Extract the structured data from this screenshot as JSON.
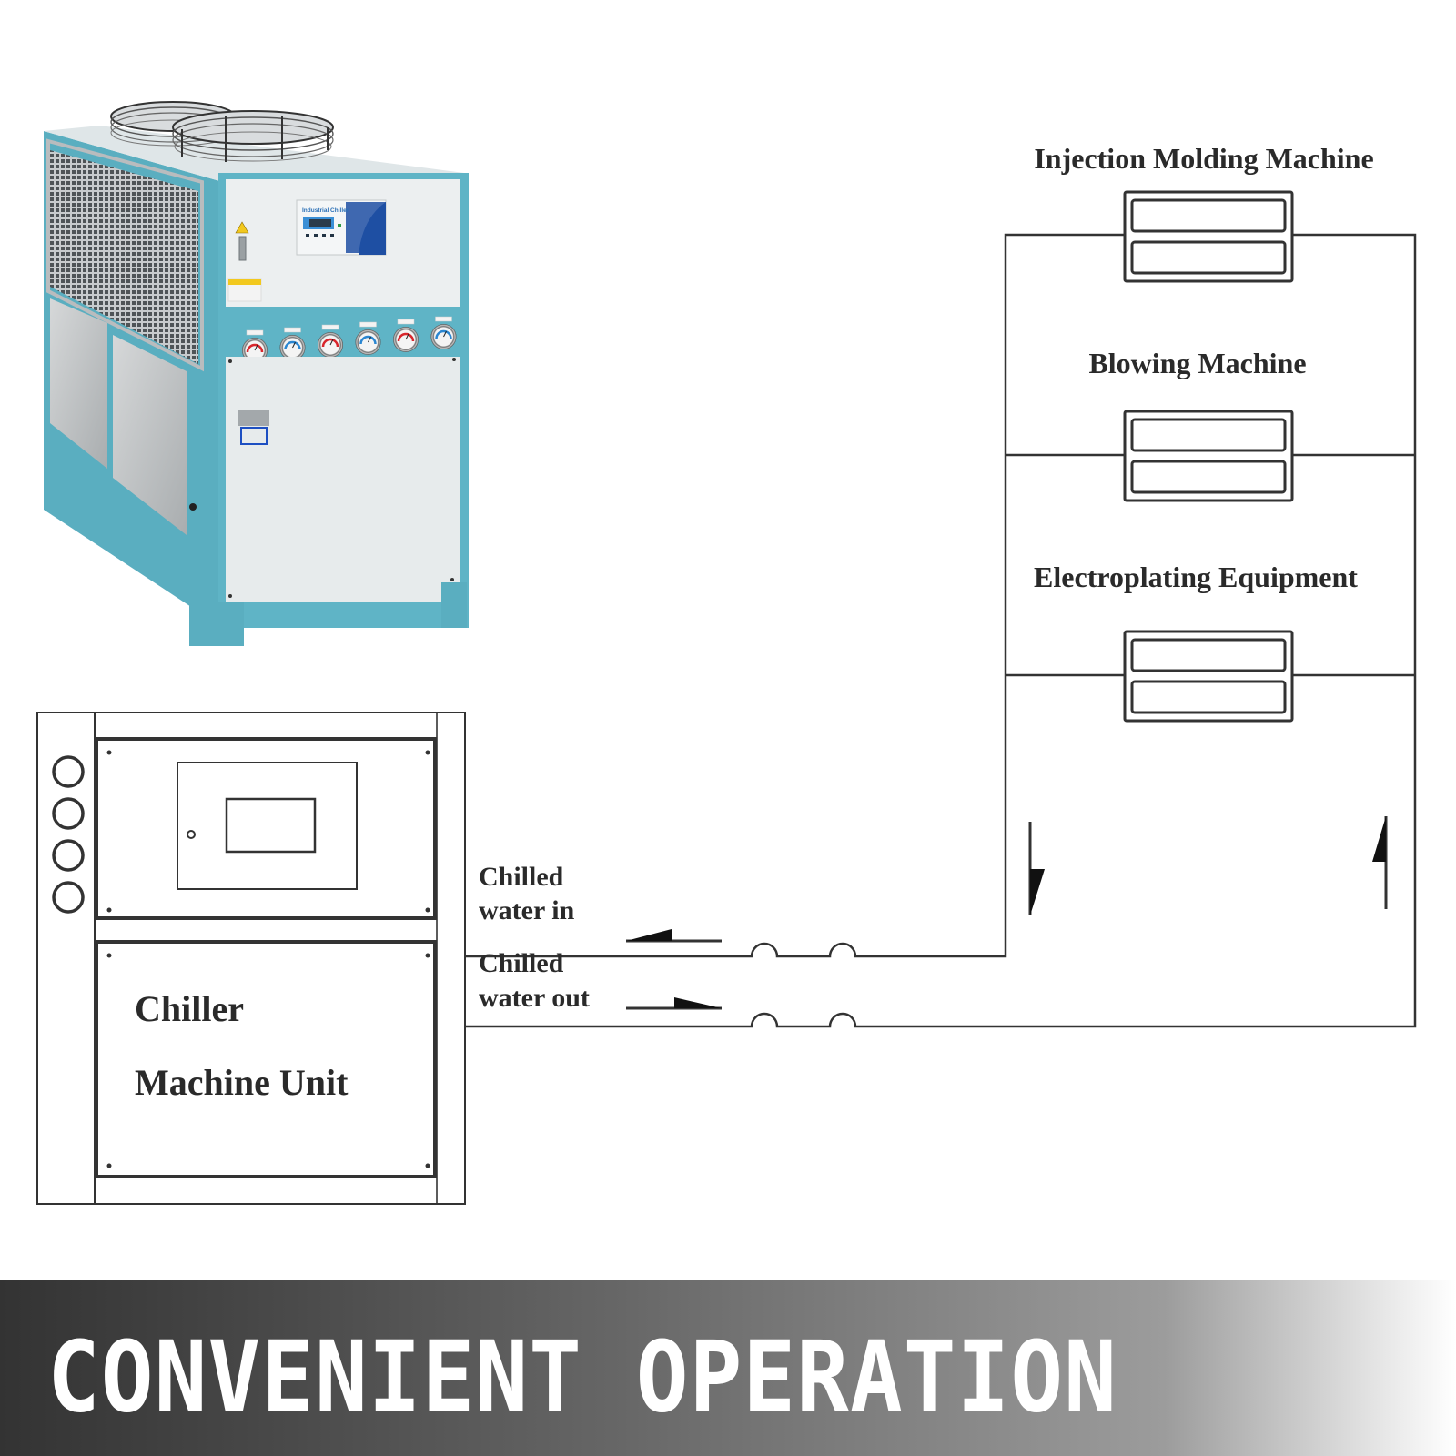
{
  "product_photo": {
    "subject": "air-cooled industrial chiller unit",
    "panel_title": "Industrial Chiller",
    "colors": {
      "frame": "#5fb4c6",
      "panel": "#e6eaec",
      "louver": "#9ea3a6",
      "display": "#3a8fd6",
      "brand_blue": "#1f4fa3",
      "warning_yellow": "#f2c81e"
    },
    "gauge_count": 6,
    "gauge_colors": [
      "red",
      "blue",
      "red",
      "blue",
      "red",
      "blue"
    ],
    "fan_count": 2
  },
  "diagram": {
    "unit_label_line1": "Chiller",
    "unit_label_line2": "Machine Unit",
    "indicator_circle_count": 4,
    "chilled_in_line1": "Chilled",
    "chilled_in_line2": "water in",
    "chilled_out_line1": "Chilled",
    "chilled_out_line2": "water out",
    "equipment": [
      {
        "label": "Injection Molding Machine"
      },
      {
        "label": "Blowing Machine"
      },
      {
        "label": "Electroplating Equipment"
      }
    ],
    "flow_arrows": {
      "chilled_water_in": "left",
      "chilled_water_out": "right",
      "supply_riser": "down",
      "return_riser": "up"
    },
    "line_color": "#333333"
  },
  "banner": {
    "title": "CONVENIENT OPERATION"
  }
}
